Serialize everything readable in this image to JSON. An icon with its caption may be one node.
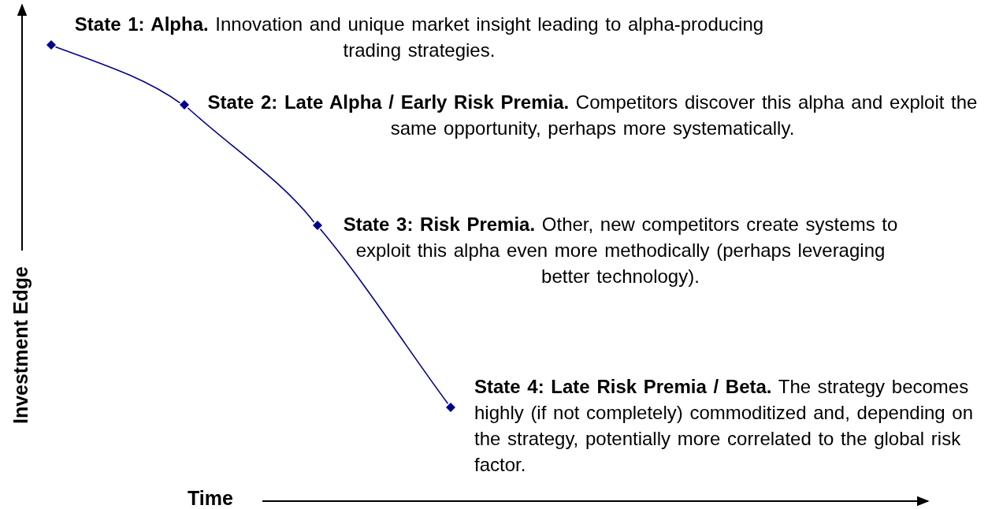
{
  "diagram": {
    "nodes": [
      {
        "text": [],
        "shape": "diamond",
        "beside": [
          "**State 1: Alpha.** Innovation and unique market insight leading to alpha-producing trading strategies."
        ]
      },
      {
        "text": [],
        "shape": "diamond",
        "beside": [
          "**State 2: Late Alpha / Early Risk Premia.** Competitors discover this alpha and exploit the same opportunity, perhaps more systematically."
        ]
      },
      {
        "text": [],
        "shape": "diamond",
        "beside": [
          "**State 3: Risk Premia.** Other, new competitors create systems to exploit this alpha even more methodically (perhaps leveraging better technology)."
        ]
      },
      {
        "text": [],
        "shape": "diamond",
        "beside": [
          "**State 4: Late Risk Premia / Beta.** The strategy becomes highly (if not completely) commoditized and, depending on the strategy, potentially more correlated to the global risk factor."
        ]
      }
    ],
    "edges": [
      {
        "from": 0,
        "to": 1,
        "arrow": "none"
      },
      {
        "from": 1,
        "to": 2,
        "arrow": "none"
      },
      {
        "from": 2,
        "to": 3,
        "arrow": "none"
      }
    ],
    "labels": [
      "Investment Edge",
      "Time"
    ]
  }
}
